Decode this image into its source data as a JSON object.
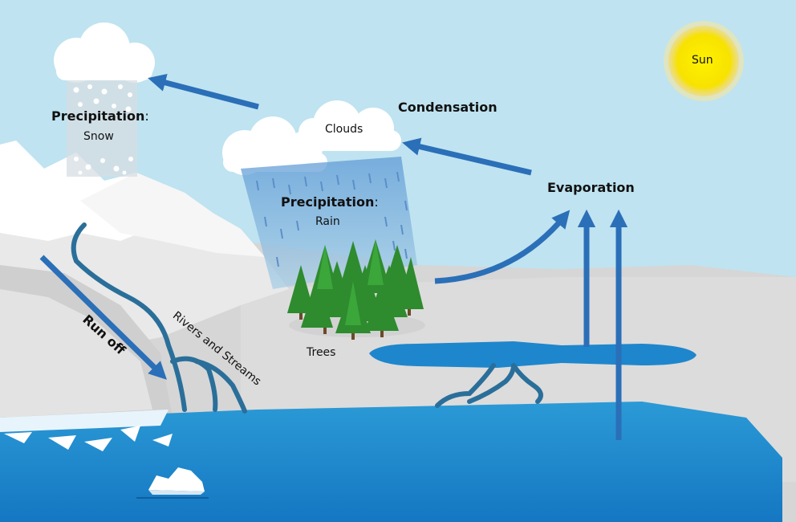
{
  "labels": {
    "sun": "Sun",
    "condensation": "Condensation",
    "clouds": "Clouds",
    "precip_snow_title": "Precipitation",
    "precip_snow_colon": ":",
    "precip_snow_sub": "Snow",
    "precip_rain_title": "Precipitation",
    "precip_rain_colon": ":",
    "precip_rain_sub": "Rain",
    "evaporation": "Evaporation",
    "run_off": "Run off",
    "rivers": "Rivers and Streams",
    "trees": "Trees"
  },
  "colors": {
    "sky": "#bfe3f0",
    "sun": "#f7e200",
    "arrow": "#2a6fb8",
    "water": "#1e86cc",
    "land": "#d9d9d9",
    "tree": "#3a9a3a"
  }
}
